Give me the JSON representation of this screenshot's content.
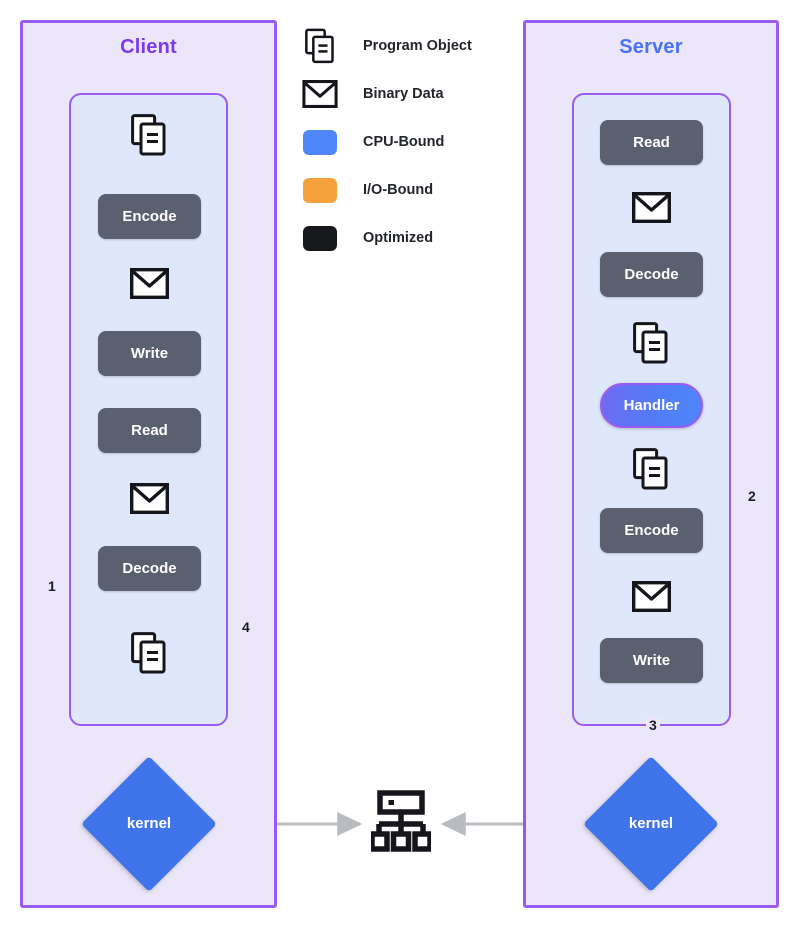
{
  "diagram": {
    "title_client": "Client",
    "title_server": "Server"
  },
  "legend": {
    "items": [
      {
        "icon": "program-object-icon",
        "label": "Program Object",
        "type": "glyph",
        "color": "#111111"
      },
      {
        "icon": "binary-data-icon",
        "label": "Binary Data",
        "type": "glyph",
        "color": "#111111"
      },
      {
        "icon": "cpu-bound-swatch",
        "label": "CPU-Bound",
        "type": "swatch",
        "color": "#4f86f9"
      },
      {
        "icon": "io-bound-swatch",
        "label": "I/O-Bound",
        "type": "swatch",
        "color": "#f6a23c"
      },
      {
        "icon": "optimized-swatch",
        "label": "Optimized",
        "type": "swatch",
        "color": "#17181b"
      }
    ]
  },
  "client": {
    "label": "Client",
    "nodes": [
      {
        "name": "program-object",
        "kind": "icon-program",
        "label": ""
      },
      {
        "name": "encode",
        "kind": "box",
        "label": "Encode"
      },
      {
        "name": "binary-data",
        "kind": "icon-binary",
        "label": ""
      },
      {
        "name": "write",
        "kind": "box",
        "label": "Write"
      },
      {
        "name": "read",
        "kind": "box",
        "label": "Read"
      },
      {
        "name": "binary-data-2",
        "kind": "icon-binary",
        "label": ""
      },
      {
        "name": "decode",
        "kind": "box",
        "label": "Decode"
      },
      {
        "name": "program-object-2",
        "kind": "icon-program",
        "label": ""
      }
    ],
    "kernel_label": "kernel"
  },
  "server": {
    "label": "Server",
    "nodes": [
      {
        "name": "read",
        "kind": "box",
        "label": "Read"
      },
      {
        "name": "binary-data",
        "kind": "icon-binary",
        "label": ""
      },
      {
        "name": "decode",
        "kind": "box",
        "label": "Decode"
      },
      {
        "name": "program-object",
        "kind": "icon-program",
        "label": ""
      },
      {
        "name": "handler",
        "kind": "pill",
        "label": "Handler"
      },
      {
        "name": "program-object-2",
        "kind": "icon-program",
        "label": ""
      },
      {
        "name": "encode",
        "kind": "box",
        "label": "Encode"
      },
      {
        "name": "binary-data-2",
        "kind": "icon-binary",
        "label": ""
      },
      {
        "name": "write",
        "kind": "box",
        "label": "Write"
      }
    ],
    "kernel_label": "kernel"
  },
  "network": {
    "icon": "network-hierarchy-icon"
  },
  "flow_steps": [
    {
      "n": "1",
      "color": "#f6a23c",
      "from": "client-write",
      "to": "client-kernel"
    },
    {
      "n": "2",
      "color": "#f6a23c",
      "from": "server-kernel",
      "to": "server-binary-data"
    },
    {
      "n": "3",
      "color": "#ef5350",
      "from": "server-write",
      "to": "server-kernel"
    },
    {
      "n": "4",
      "color": "#ef5350",
      "from": "client-kernel",
      "to": "client-read"
    }
  ],
  "colors": {
    "pane_bg": "#ece6fb",
    "pane_border": "#9a5cf0",
    "inner_bg": "#dfe7fb",
    "node_bg": "#5b6070",
    "kernel_blue": "#3f74ea",
    "client_title": "#7c3aed",
    "server_title": "#4a72f5",
    "orange": "#f6a23c",
    "red": "#ef5350",
    "gray_arrow": "#b9bcc2"
  }
}
